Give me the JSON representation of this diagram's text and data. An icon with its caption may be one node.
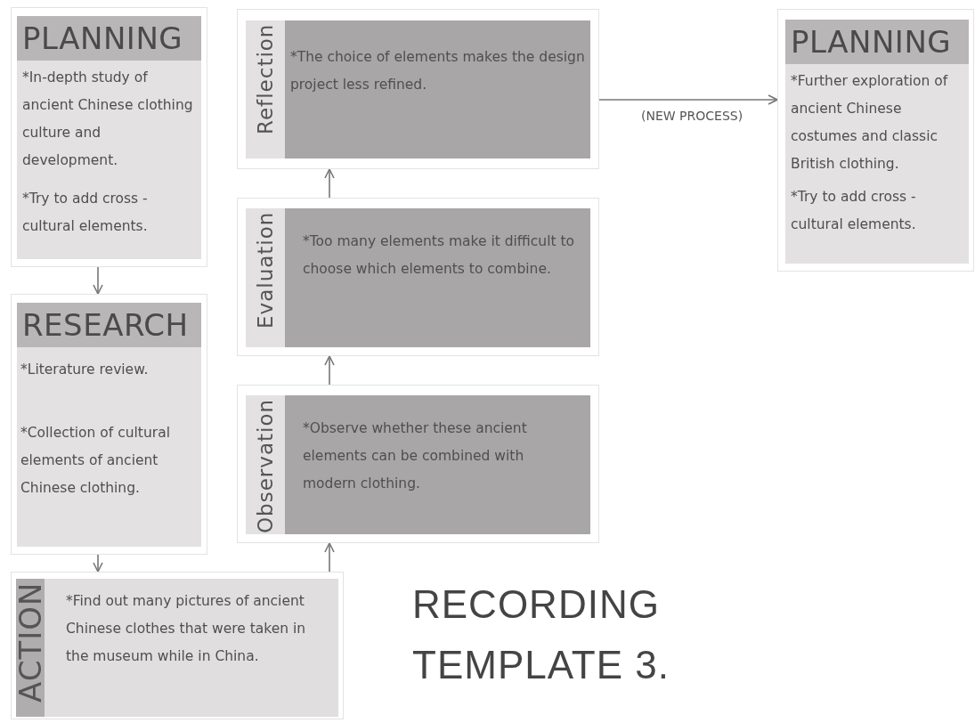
{
  "diagram": {
    "title": "RECORDING TEMPLATE 3.",
    "nodes": [
      {
        "text": [
          "PLANNING",
          "*In-depth study of ancient Chinese clothing culture and development.",
          "*Try to add cross -cultural elements."
        ]
      },
      {
        "text": [
          "RESEARCH",
          "*Literature review.",
          "*Collection of cultural elements of ancient Chinese clothing."
        ]
      },
      {
        "text": [
          "ACTION",
          "*Find out many pictures of ancient Chinese clothes that were taken in the museum while in China."
        ]
      },
      {
        "text": [
          "Observation",
          "*Observe whether these ancient elements can be combined with modern clothing."
        ]
      },
      {
        "text": [
          "Evaluation",
          "*Too many elements make it difficult to choose which elements to combine."
        ]
      },
      {
        "text": [
          "Reflection",
          "*The choice of elements makes the design project less refined."
        ]
      },
      {
        "text": [
          "PLANNING",
          "*Further exploration of ancient Chinese costumes and classic British clothing.",
          "*Try to add cross -cultural elements."
        ]
      }
    ],
    "edges": [
      {
        "from": 0,
        "to": 1,
        "arrow": "to"
      },
      {
        "from": 1,
        "to": 2,
        "arrow": "to"
      },
      {
        "from": 2,
        "to": 3,
        "arrow": "to"
      },
      {
        "from": 3,
        "to": 4,
        "arrow": "to"
      },
      {
        "from": 4,
        "to": 5,
        "arrow": "to"
      },
      {
        "from": 5,
        "to": 6,
        "arrow": "to",
        "label": "(NEW PROCESS)"
      }
    ]
  }
}
